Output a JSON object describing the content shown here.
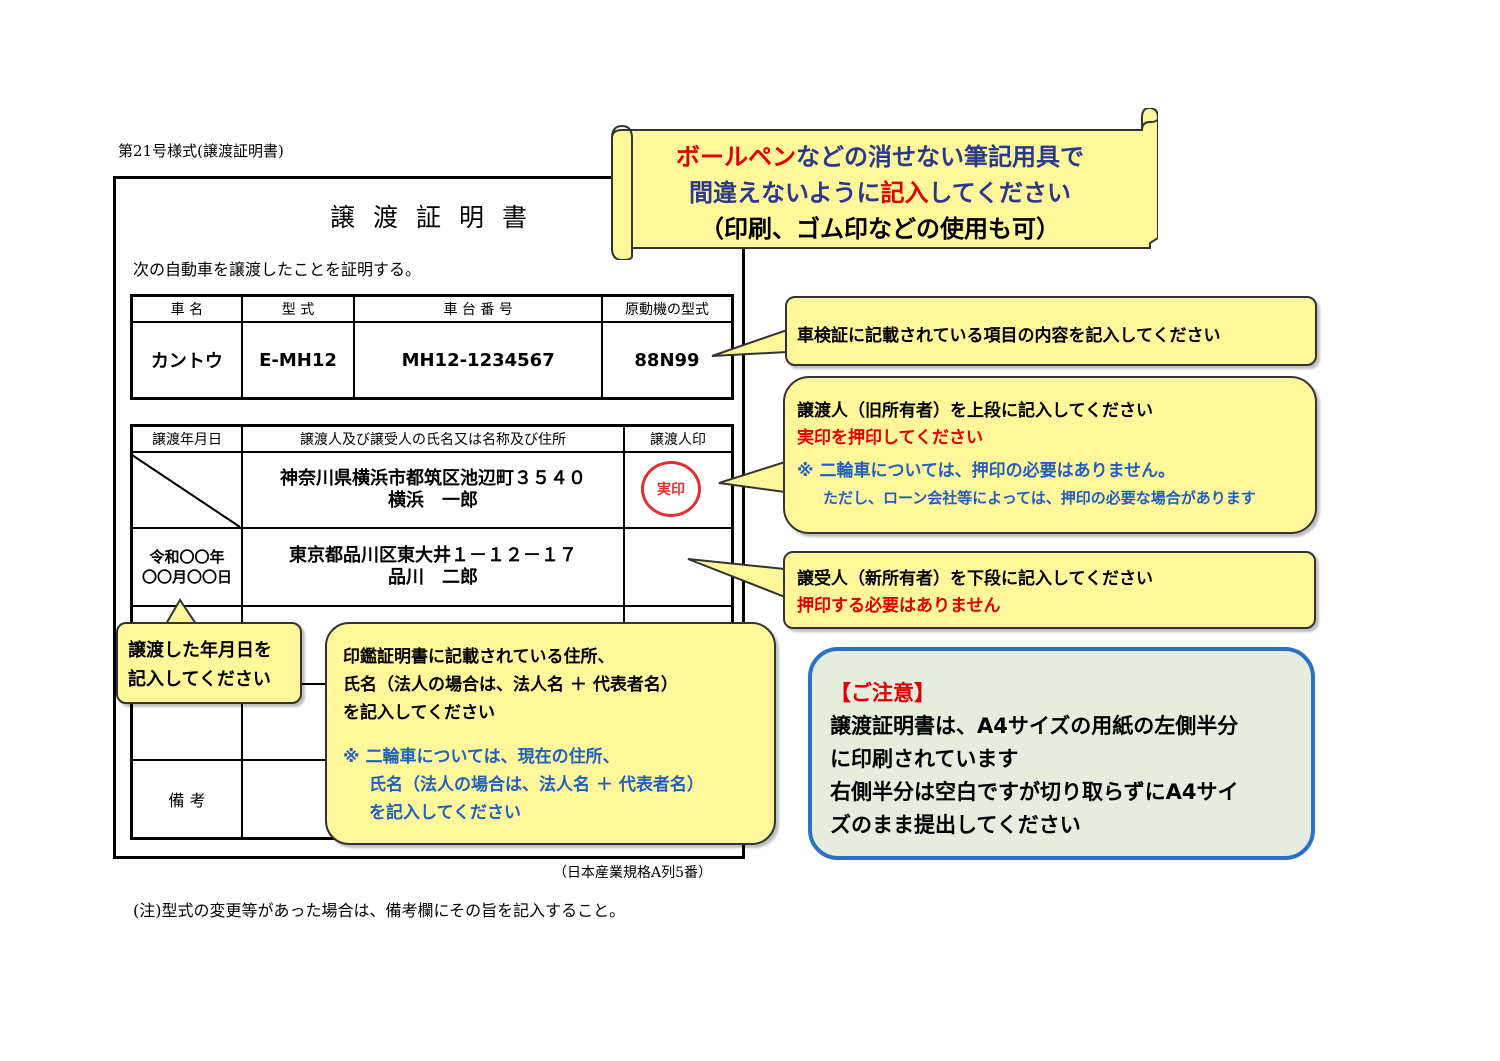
{
  "form": {
    "label": "第21号様式(譲渡証明書)",
    "title": "譲渡証明書",
    "statement": "次の自動車を譲渡したことを証明する。",
    "vehicle_headers": [
      "車 名",
      "型 式",
      "車 台 番 号",
      "原動機の型式"
    ],
    "vehicle_values": [
      "カントウ",
      "E-MH12",
      "MH12-1234567",
      "88N99"
    ],
    "transfer_headers": [
      "譲渡年月日",
      "譲渡人及び譲受人の氏名又は名称及び住所",
      "譲渡人印"
    ],
    "transferor_address": "神奈川県横浜市都筑区池辺町３５４０",
    "transferor_name": "横浜　一郎",
    "seal_label": "実印",
    "transfer_date_line1": "令和〇〇年",
    "transfer_date_line2": "〇〇月〇〇日",
    "transferee_address": "東京都品川区東大井１－１２－１７",
    "transferee_name": "品川　二郎",
    "remarks_label": "備 考",
    "spec_note": "（日本産業規格A列5番）",
    "footer_note": "(注)型式の変更等があった場合は、備考欄にその旨を記入すること。"
  },
  "scroll_banner": {
    "line1_red": "ボールペン",
    "line1_rest": "などの消せない筆記用具で",
    "line2_navy": "間違えないように",
    "line2_red": "記入",
    "line2_rest": "してください",
    "line3": "（印刷、ゴム印などの使用も可）"
  },
  "callouts": {
    "specs": "車検証に記載されている項目の内容を記入してください",
    "transferor_line1": "譲渡人（旧所有者）を上段に記入してください",
    "transferor_line2": "実印を押印してください",
    "transferor_note1": "※ 二輪車については、押印の必要はありません。",
    "transferor_note2": "ただし、ローン会社等によっては、押印の必要な場合があります",
    "transferee_line1": "譲受人（新所有者）を下段に記入してください",
    "transferee_line2": "押印する必要はありません",
    "date_line1": "譲渡した年月日を",
    "date_line2": "記入してください",
    "address_line1": "印鑑証明書に記載されている住所、",
    "address_line2": "氏名（法人の場合は、法人名 ＋ 代表者名）",
    "address_line3": "を記入してください",
    "address_note1": "※ 二輪車については、現在の住所、",
    "address_note2": "氏名（法人の場合は、法人名 ＋ 代表者名）",
    "address_note3": "を記入してください"
  },
  "notice": {
    "heading": "【ご注意】",
    "line1": "譲渡証明書は、A4サイズの用紙の左側半分",
    "line2": "に印刷されています",
    "line3": "右側半分は空白ですが切り取らずにA4サイ",
    "line4": "ズのまま提出してください"
  },
  "colors": {
    "callout_fill": "#fff79a",
    "accent_red": "#e00000",
    "note_blue": "#2060c0",
    "notice_border": "#2a72c8",
    "notice_fill": "#e6ecde"
  }
}
